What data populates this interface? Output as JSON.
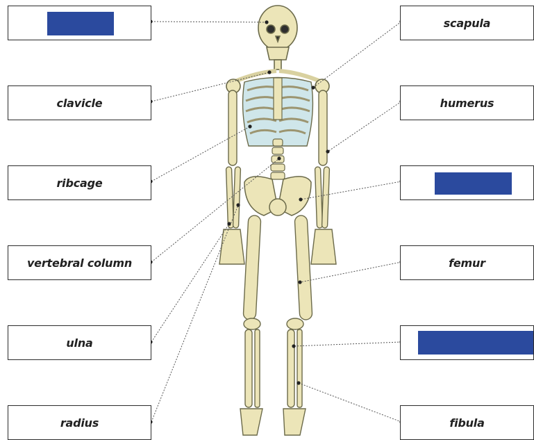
{
  "mask_color": "#2b4a9e",
  "labels_left": [
    {
      "text": "",
      "hidden": true
    },
    {
      "text": "clavicle"
    },
    {
      "text": "ribcage"
    },
    {
      "text": "vertebral column"
    },
    {
      "text": "ulna"
    },
    {
      "text": "radius"
    }
  ],
  "labels_right": [
    {
      "text": "scapula"
    },
    {
      "text": "humerus"
    },
    {
      "text": "",
      "hidden": true
    },
    {
      "text": "femur"
    },
    {
      "text": "",
      "hidden": true
    },
    {
      "text": "fibula"
    }
  ]
}
